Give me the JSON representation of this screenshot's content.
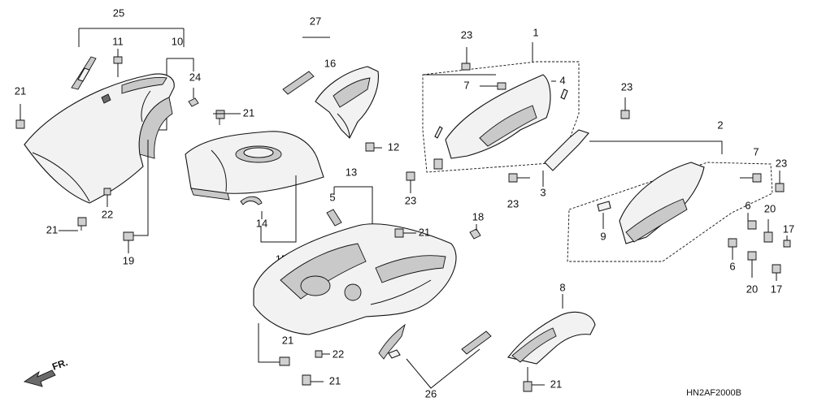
{
  "diagram": {
    "callouts": {
      "c25": "25",
      "c11": "11",
      "c10": "10",
      "c24": "24",
      "c21a": "21",
      "c22a": "22",
      "c21b": "21",
      "c19": "19",
      "c27": "27",
      "c16": "16",
      "c21c": "21",
      "c12": "12",
      "c14": "14",
      "c15": "15",
      "c13": "13",
      "c5": "5",
      "c21d": "21",
      "c18": "18",
      "c23a": "23",
      "c1": "1",
      "c7a": "7",
      "c4": "4",
      "c23b": "23",
      "c23c": "23",
      "c3": "3",
      "c23d": "23",
      "c2": "2",
      "c7b": "7",
      "c23e": "23",
      "c6a": "6",
      "c20a": "20",
      "c17a": "17",
      "c9": "9",
      "c6b": "6",
      "c20b": "20",
      "c17b": "17",
      "c8": "8",
      "c21e": "21",
      "c22b": "22",
      "c21f": "21",
      "c26": "26",
      "c21g": "21"
    },
    "direction_label": "FR.",
    "diagram_code": "HN2AF2000B"
  }
}
